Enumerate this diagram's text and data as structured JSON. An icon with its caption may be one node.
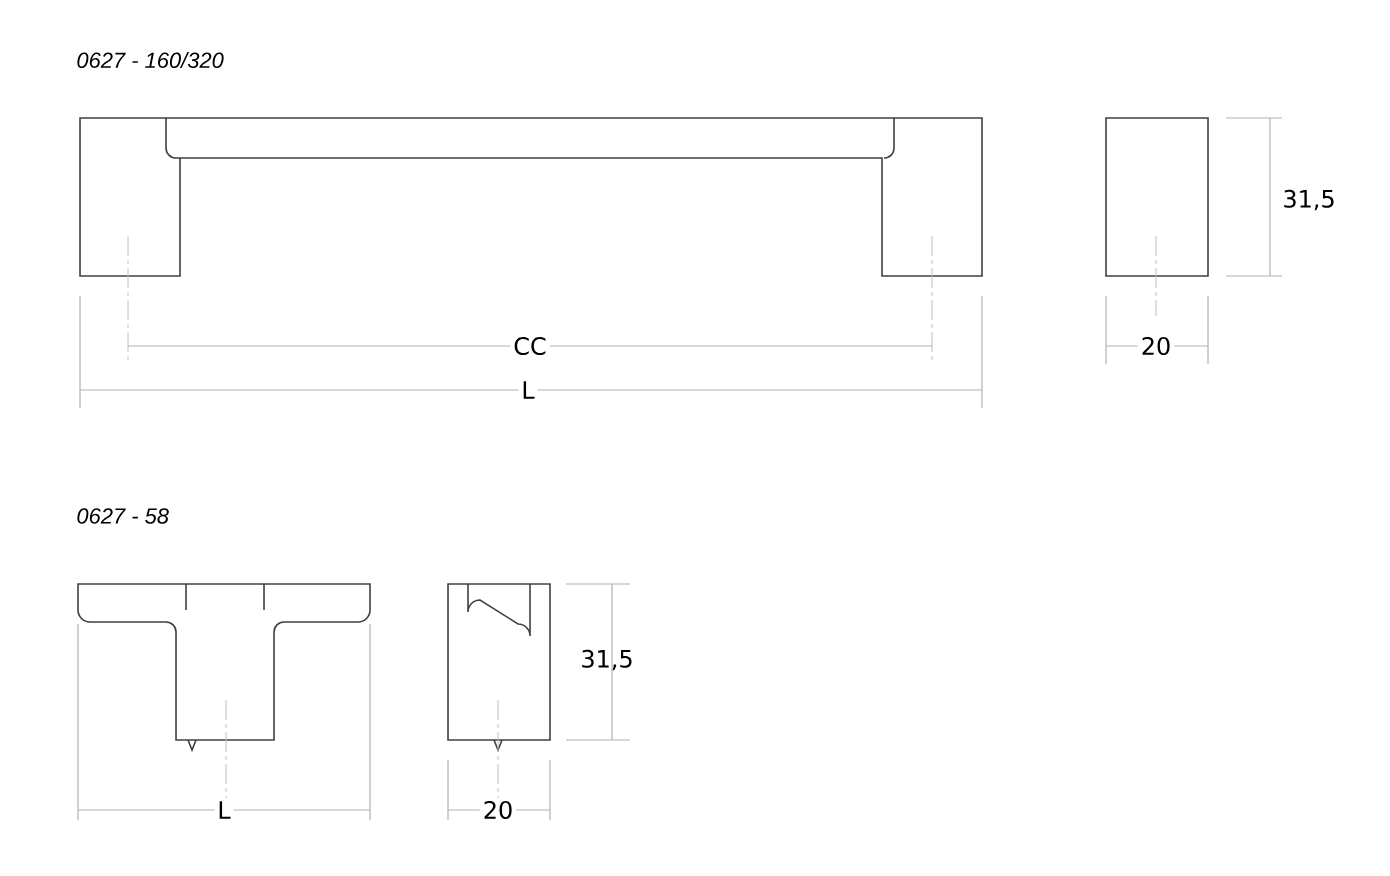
{
  "diagram": {
    "labels": [
      "0627 - 160/320",
      "31,5",
      "CC",
      "20",
      "L",
      "0627 - 58",
      "31,5",
      "L",
      "20"
    ]
  }
}
